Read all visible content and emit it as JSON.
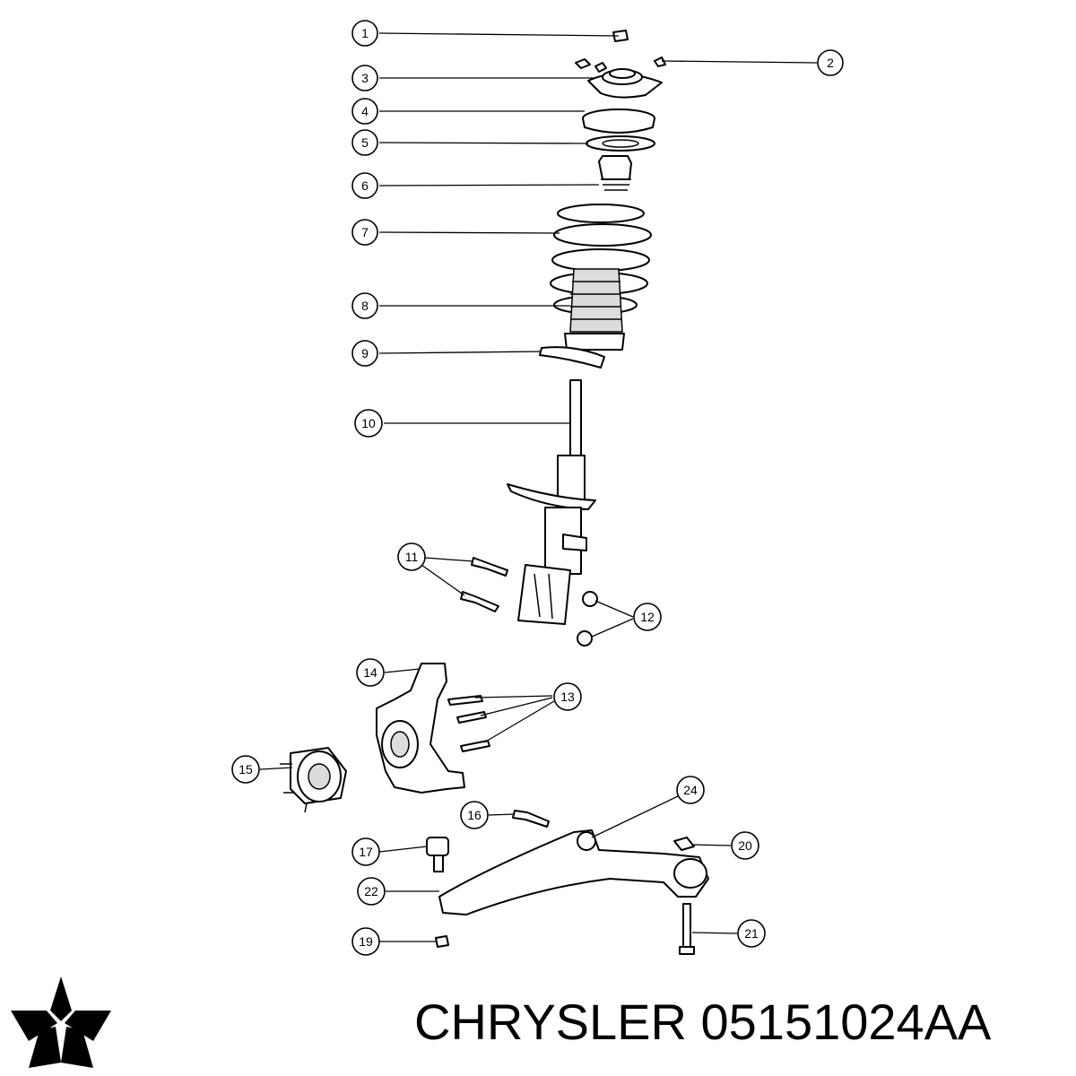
{
  "callouts": [
    {
      "id": "1",
      "label": "1"
    },
    {
      "id": "2",
      "label": "2"
    },
    {
      "id": "3",
      "label": "3"
    },
    {
      "id": "4",
      "label": "4"
    },
    {
      "id": "5",
      "label": "5"
    },
    {
      "id": "6",
      "label": "6"
    },
    {
      "id": "7",
      "label": "7"
    },
    {
      "id": "8",
      "label": "8"
    },
    {
      "id": "9",
      "label": "9"
    },
    {
      "id": "10",
      "label": "10"
    },
    {
      "id": "11",
      "label": "11"
    },
    {
      "id": "12",
      "label": "12"
    },
    {
      "id": "13",
      "label": "13"
    },
    {
      "id": "14",
      "label": "14"
    },
    {
      "id": "15",
      "label": "15"
    },
    {
      "id": "16",
      "label": "16"
    },
    {
      "id": "17",
      "label": "17"
    },
    {
      "id": "19",
      "label": "19"
    },
    {
      "id": "20",
      "label": "20"
    },
    {
      "id": "21",
      "label": "21"
    },
    {
      "id": "22",
      "label": "22"
    },
    {
      "id": "24",
      "label": "24"
    }
  ],
  "caption": {
    "brand": "CHRYSLER",
    "part_number": "05151024AA"
  },
  "logo": {
    "icon": "pentastar-icon",
    "color": "#000000"
  }
}
